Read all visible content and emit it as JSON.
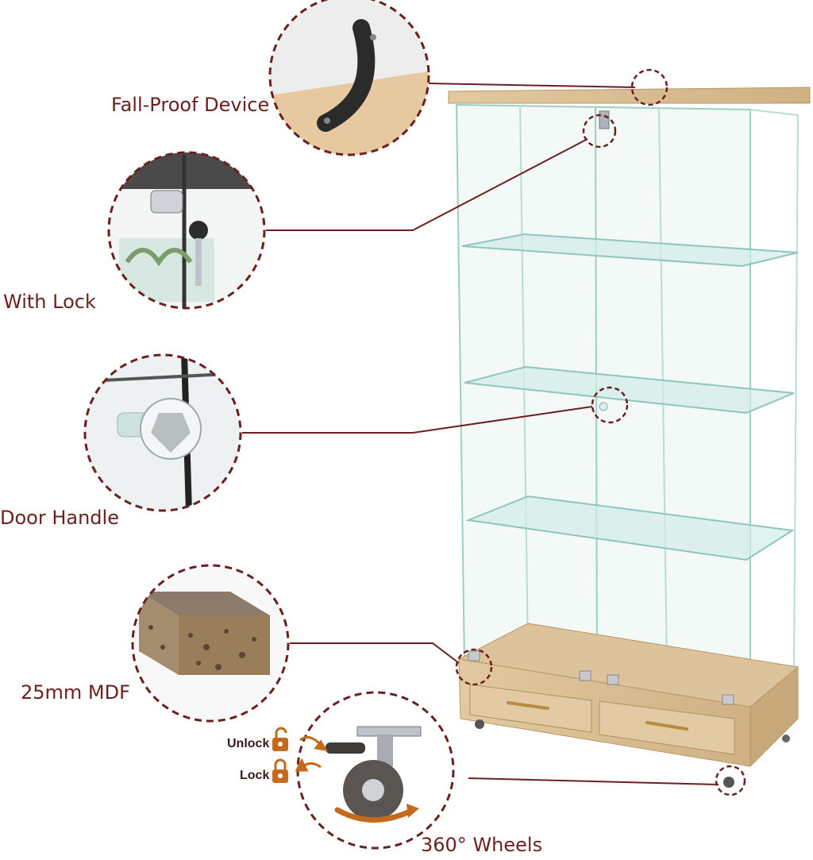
{
  "callouts": {
    "fall_proof": "Fall-Proof Device",
    "lock": "With Lock",
    "handle": "Door Handle",
    "mdf": "25mm MDF",
    "wheels": "360° Wheels"
  },
  "wheel_modes": {
    "unlock": "Unlock",
    "lock": "Lock"
  },
  "colors": {
    "accent": "#6b1f1f",
    "wood": "#d9bf93",
    "glass": "#bfe3dc",
    "icon": "#c46a1e"
  }
}
